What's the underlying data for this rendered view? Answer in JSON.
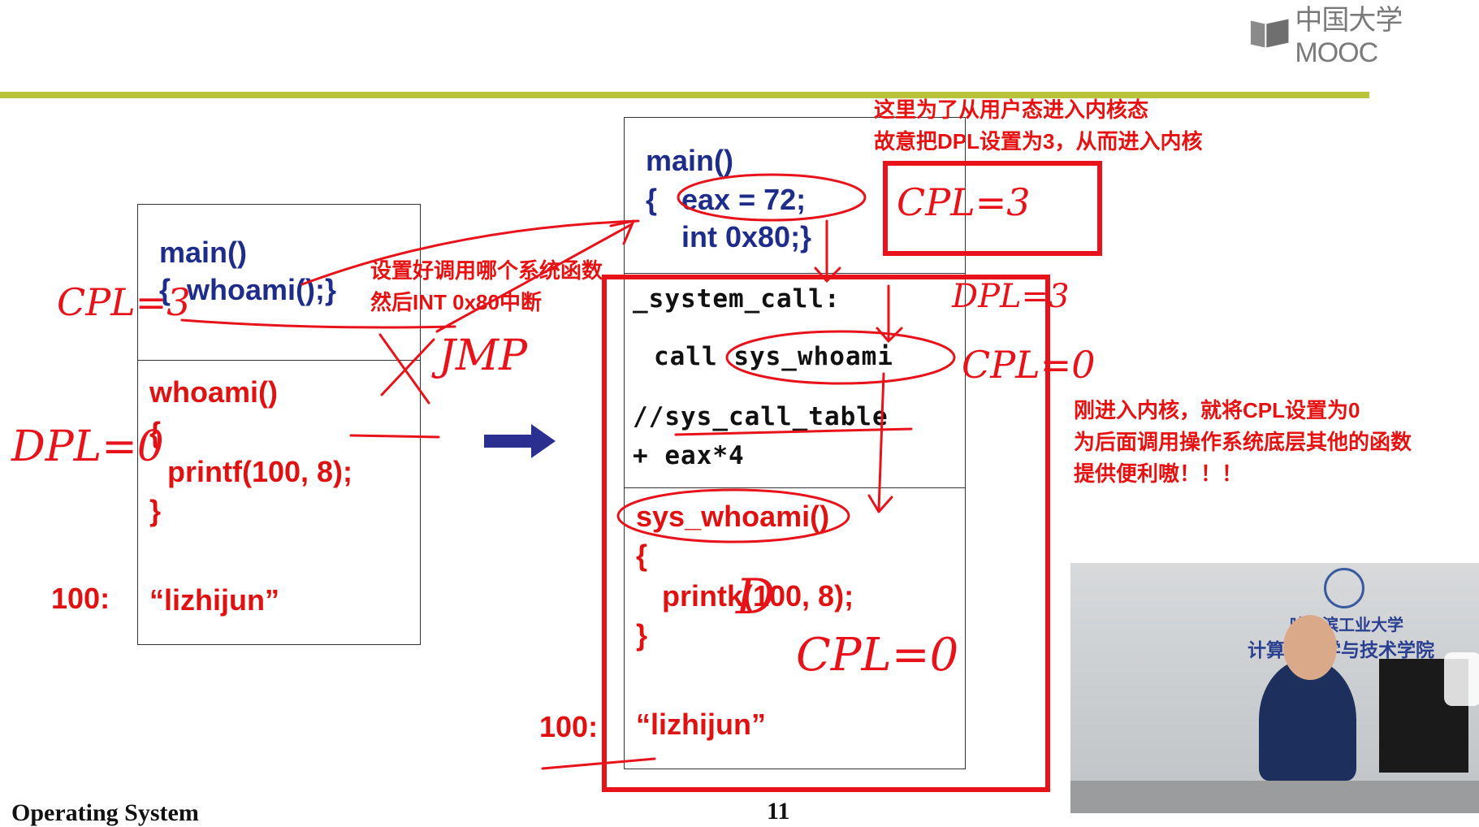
{
  "branding": {
    "logo_text": "中国大学MOOC"
  },
  "left_box": {
    "main_line1": "main()",
    "main_line2": "{  whoami();}",
    "func_line1": "whoami()",
    "func_line2": "{",
    "func_line3": "printf(100, 8);",
    "func_line4": "}",
    "addr_label": "100:",
    "string_value": "“lizhijun”"
  },
  "right_box": {
    "main_line1": "main()",
    "main_line2": "{   eax = 72;",
    "main_line3": "int 0x80;}",
    "syscall_label": "_system_call:",
    "call_line": "call sys_whoami",
    "table_line1": "//sys_call_table",
    "table_line2": "+ eax*4",
    "sys_line1": "sys_whoami()",
    "sys_line2": "{",
    "sys_line3": "printk(100, 8);",
    "sys_line4": "}",
    "addr_label": "100:",
    "string_value": "“lizhijun”"
  },
  "annotations": {
    "note_top_1": "这里为了从用户态进入内核态",
    "note_top_2": "故意把DPL设置为3，从而进入内核",
    "note_mid_1": "设置好调用哪个系统函数",
    "note_mid_2": "然后INT 0x80中断",
    "note_right_1": "刚进入内核，就将CPL设置为0",
    "note_right_2": "为后面调用操作系统底层其他的函数",
    "note_right_3": "提供便利嗷！！！"
  },
  "handwriting": {
    "cpl_left": "CPL=3",
    "dpl_left": "DPL=0",
    "jmp": "JMP",
    "cpl_box": "CPL=3",
    "dpl_right": "DPL=3",
    "cpl_zero_right": "CPL=0",
    "cpl_zero_bottom": "CPL=0",
    "d_mark": "D"
  },
  "video": {
    "banner_line1": "哈尔滨工业大学",
    "banner_line2": "计算机科学与技术学院"
  },
  "footer": {
    "title": "Operating System",
    "page_number": "11"
  },
  "colors": {
    "accent_bar": "#b9c43b",
    "annotation_red": "#e8131a",
    "code_blue": "#1f2d8a"
  }
}
